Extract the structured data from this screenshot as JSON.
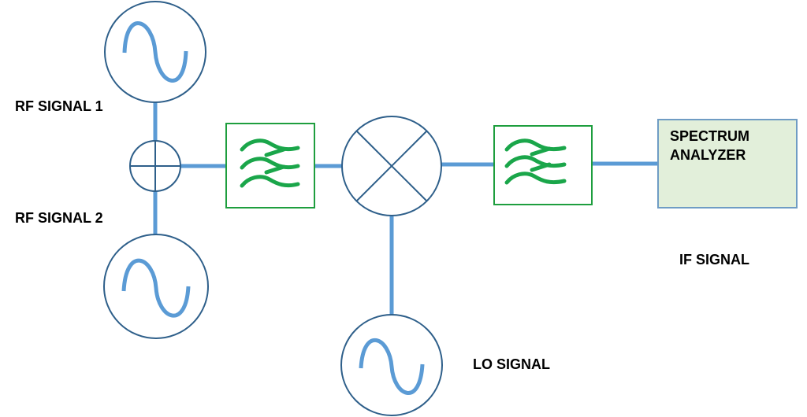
{
  "labels": {
    "rf_signal_1": "RF SIGNAL 1",
    "rf_signal_2": "RF SIGNAL 2",
    "lo_signal": "LO SIGNAL",
    "if_signal": "IF SIGNAL",
    "analyzer_line1": "SPECTRUM",
    "analyzer_line2": "ANALYZER"
  },
  "colors": {
    "wire": "#5b9bd5",
    "outline": "#2e5f8a",
    "filter_border": "#1e9e3e",
    "filter_waves": "#1aa64a",
    "analyzer_fill": "#e2efda",
    "analyzer_border": "#6f9cc4",
    "text": "#000000"
  }
}
